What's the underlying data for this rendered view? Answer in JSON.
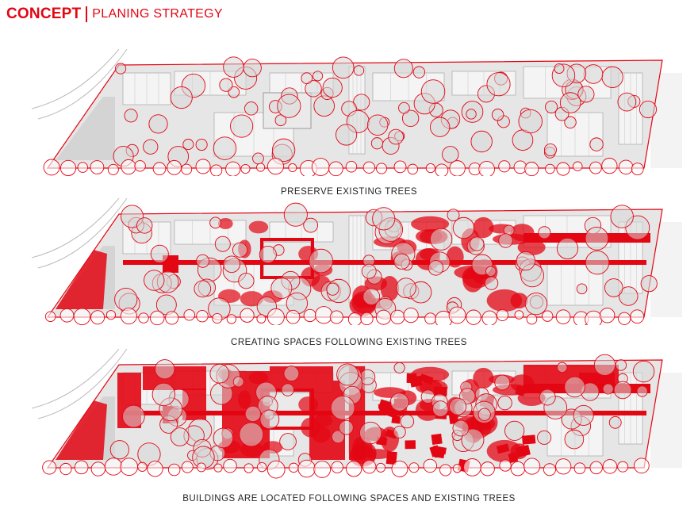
{
  "header": {
    "title_bold": "CONCEPT",
    "title_light": "PLANING STRATEGY"
  },
  "colors": {
    "accent": "#e30613",
    "site_gray": "#e6e6e6",
    "tree_canopy": "#d7d7d7",
    "text": "#222222"
  },
  "panels": [
    {
      "id": "preserve",
      "caption": "PRESERVE EXISTING TREES"
    },
    {
      "id": "spaces",
      "caption": "CREATING SPACES FOLLOWING EXISTING TREES"
    },
    {
      "id": "buildings",
      "caption": "BUILDINGS ARE LOCATED FOLLOWING SPACES AND EXISTING TREES"
    }
  ]
}
